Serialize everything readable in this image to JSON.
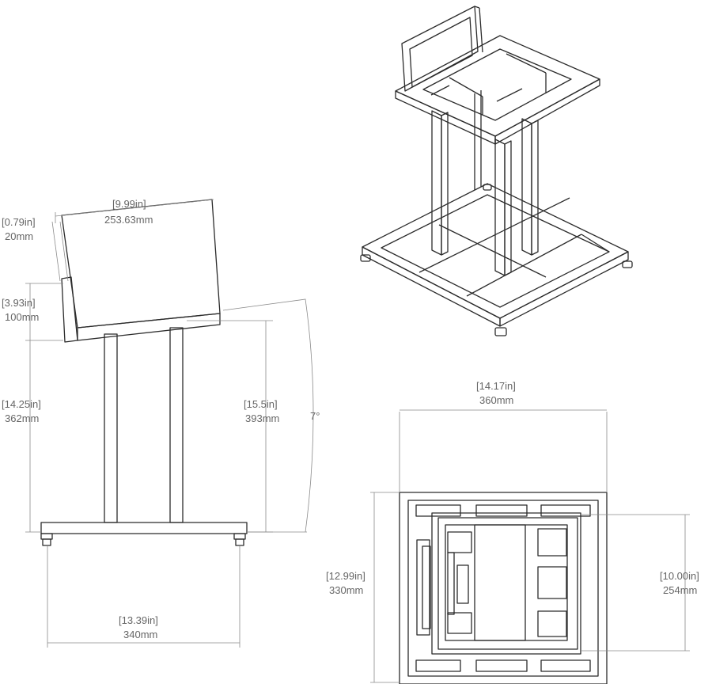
{
  "dimensions": {
    "back_thickness": {
      "inches": "[0.79in]",
      "mm": "20mm"
    },
    "top_width": {
      "inches": "[9.99in]",
      "mm": "253.63mm"
    },
    "back_height": {
      "inches": "[3.93in]",
      "mm": "100mm"
    },
    "front_height": {
      "inches": "[14.25in]",
      "mm": "362mm"
    },
    "rear_height": {
      "inches": "[15.5in]",
      "mm": "393mm"
    },
    "tilt_angle": "7°",
    "base_width": {
      "inches": "[13.39in]",
      "mm": "340mm"
    },
    "plan_width": {
      "inches": "[14.17in]",
      "mm": "360mm"
    },
    "plan_depth": {
      "inches": "[12.99in]",
      "mm": "330mm"
    },
    "top_depth": {
      "inches": "[10.00in]",
      "mm": "254mm"
    }
  }
}
